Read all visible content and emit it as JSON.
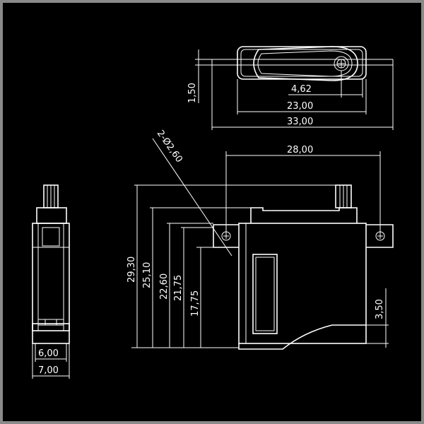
{
  "colors": {
    "background": "#000000",
    "frame": "#8a8a8a",
    "lines": "#ffffff"
  },
  "dimensions": {
    "d_1_50": "1,50",
    "d_4_62": "4,62",
    "d_23_00": "23,00",
    "d_33_00": "33,00",
    "d_hole": "2-Ø2,60",
    "d_28_00": "28,00",
    "d_29_30": "29,30",
    "d_25_10": "25,10",
    "d_22_60": "22,60",
    "d_21_75": "21,75",
    "d_17_75": "17,75",
    "d_3_50": "3,50",
    "d_6_00": "6,00",
    "d_7_00": "7,00"
  }
}
